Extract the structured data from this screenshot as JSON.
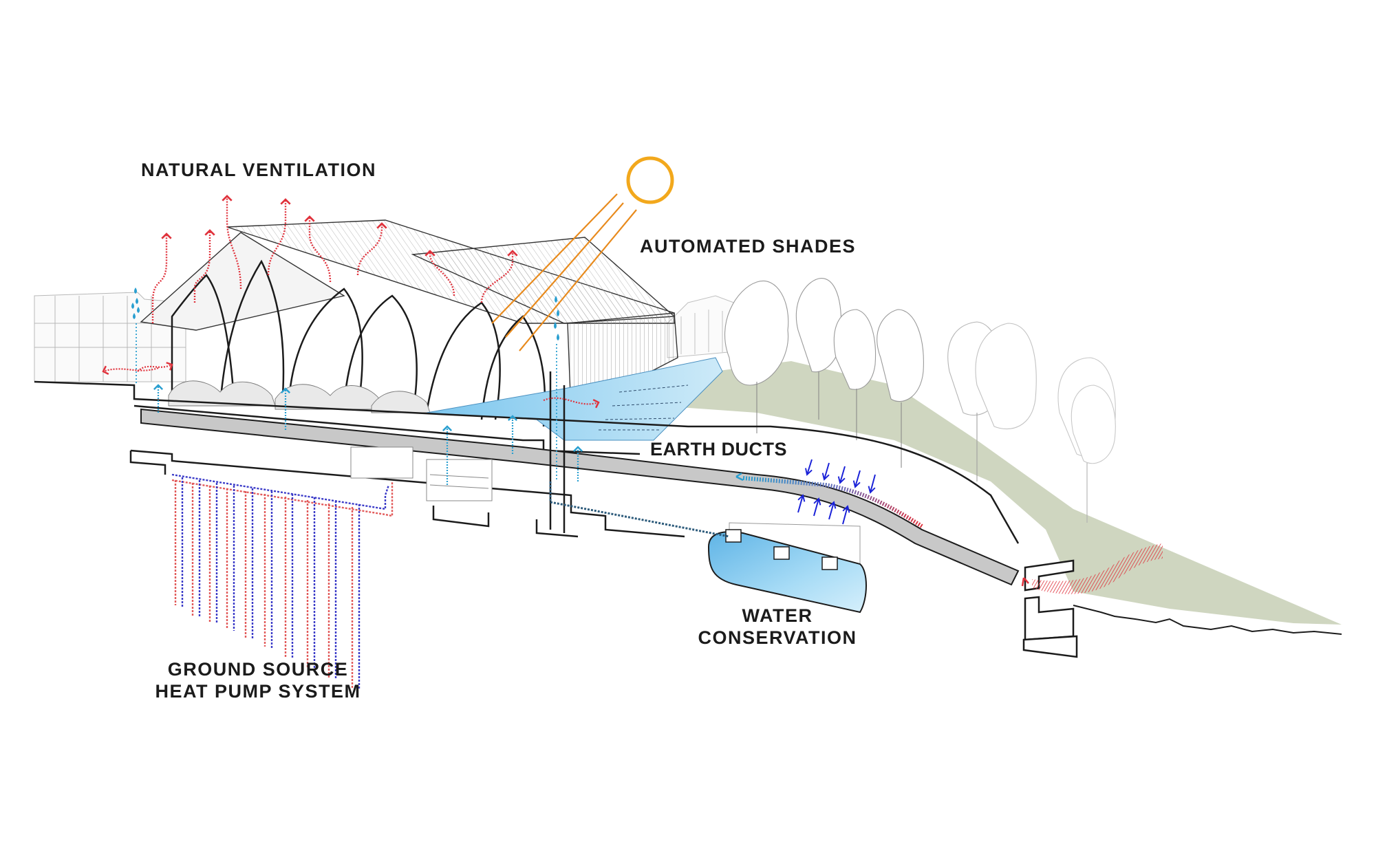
{
  "diagram": {
    "labels": {
      "natural_ventilation": "NATURAL VENTILATION",
      "automated_shades": "AUTOMATED SHADES",
      "earth_ducts": "EARTH DUCTS",
      "ground_source_line1": "GROUND SOURCE",
      "ground_source_line2": "HEAT PUMP SYSTEM",
      "water_conservation_line1": "WATER",
      "water_conservation_line2": "CONSERVATION"
    },
    "icons": [
      "sun-icon",
      "sun-ray-icon",
      "warm-air-arrow-icon",
      "cool-air-arrow-icon",
      "rain-drop-icon",
      "earth-cooling-arrow-icon"
    ],
    "colors": {
      "warm_air": "#e0323c",
      "cool_air": "#2a9fd0",
      "earth_arrows": "#1a22d8",
      "sun": "#f2a81c",
      "sun_rays": "#e88a1c",
      "water": "#8fd0f0",
      "grass": "#cfd6c0",
      "duct": "#c8c8c8",
      "structure": "#1b1b1b",
      "pipe_warm": "#e25a5a",
      "pipe_cool": "#3a3ac8"
    }
  }
}
